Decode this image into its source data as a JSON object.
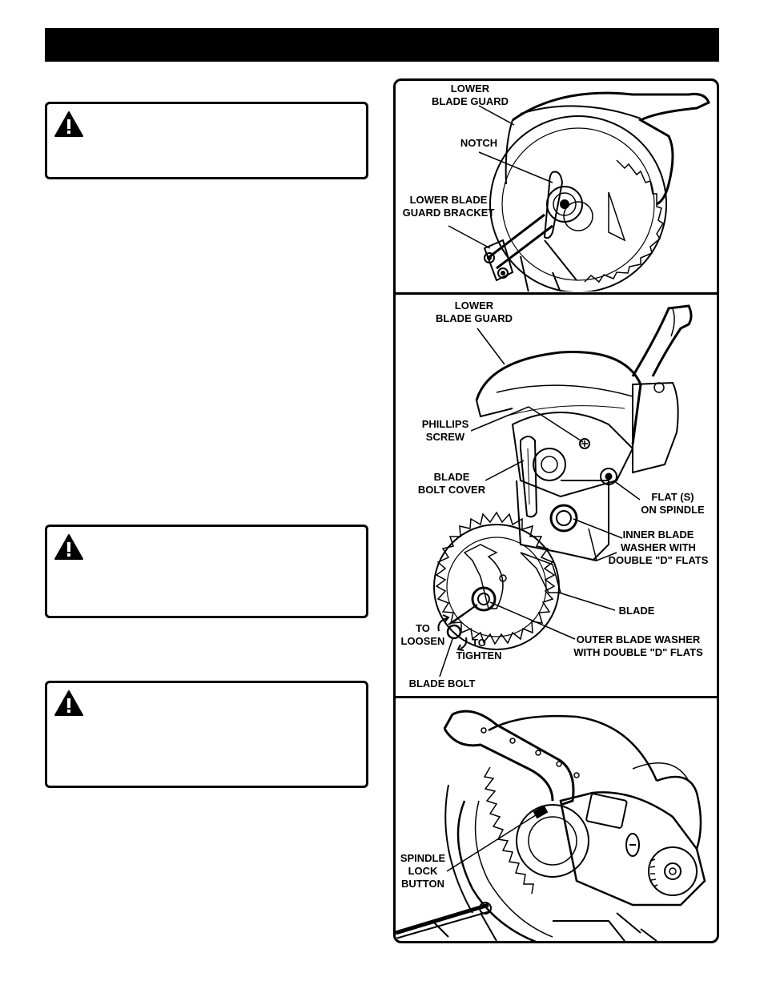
{
  "labels": {
    "fig1": {
      "lower_blade_guard": [
        "LOWER",
        "BLADE GUARD"
      ],
      "notch": "NOTCH",
      "bracket": [
        "LOWER BLADE",
        "GUARD BRACKET"
      ]
    },
    "fig2": {
      "lower_blade_guard": [
        "LOWER",
        "BLADE GUARD"
      ],
      "phillips_screw": [
        "PHILLIPS",
        "SCREW"
      ],
      "blade_bolt_cover": [
        "BLADE",
        "BOLT COVER"
      ],
      "flats_on_spindle": [
        "FLAT (S)",
        "ON SPINDLE"
      ],
      "inner_washer": [
        "INNER BLADE",
        "WASHER WITH",
        "DOUBLE \"D\" FLATS"
      ],
      "blade": "BLADE",
      "outer_washer": [
        "OUTER BLADE WASHER",
        "WITH DOUBLE \"D\" FLATS"
      ],
      "to_loosen": [
        "TO",
        "LOOSEN"
      ],
      "to_tighten": [
        "TO",
        "TIGHTEN"
      ],
      "blade_bolt": "BLADE BOLT"
    },
    "fig3": {
      "spindle_lock_button": [
        "SPINDLE",
        "LOCK",
        "BUTTON"
      ]
    }
  },
  "icons": {
    "warning": "warning-triangle-icon"
  },
  "colors": {
    "bar": "#000000",
    "line": "#000000",
    "paper": "#ffffff"
  }
}
